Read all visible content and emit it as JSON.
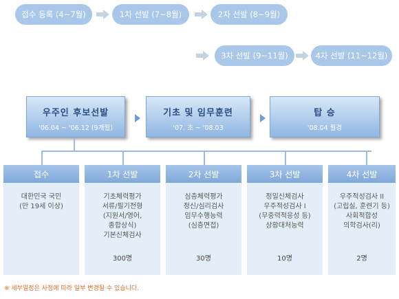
{
  "timeline": {
    "row1": [
      "접수 등록 (4~7월)",
      "1차 선발 (7~8월)",
      "2차 선발 (8~9월)"
    ],
    "row2": [
      "3차 선발 (9~11월)",
      "4차 선발 (11~12월)"
    ]
  },
  "stages": [
    {
      "title": "우주인 후보선발",
      "sub": "'06.04 ~ '06.12 (9개월)"
    },
    {
      "title": "기초 및 임무훈련",
      "sub": "'07. 초 ~ '08.03"
    },
    {
      "title": "탑 승",
      "sub": "'08.04 월경"
    }
  ],
  "columns": [
    {
      "head": "접수",
      "lines": [
        "대한민국 국민",
        "(만 19세 이상)"
      ],
      "count": ""
    },
    {
      "head": "1차 선발",
      "lines": [
        "기초체력평가",
        "서류/필기전형",
        "(지원서/영어,",
        "종합상식)",
        "기본신체검사"
      ],
      "count": "300명"
    },
    {
      "head": "2차 선발",
      "lines": [
        "심층체력평가",
        "정신/심리검사",
        "임무수행능력",
        "(심층면접)"
      ],
      "count": "30명"
    },
    {
      "head": "3차 선발",
      "lines": [
        "정밀신체검사",
        "우주적성검사 I",
        "(무중력적응성 등)",
        "상황대처능력"
      ],
      "count": "10명"
    },
    {
      "head": "4차 선발",
      "lines": [
        "우주적성검사 II",
        "(고립실, 훈련기 등)",
        "사회적합성",
        "의학검사(리)"
      ],
      "count": "2명"
    }
  ],
  "note": "※ 세부일정은 사정에 따라 일부 변경될 수 있습니다."
}
